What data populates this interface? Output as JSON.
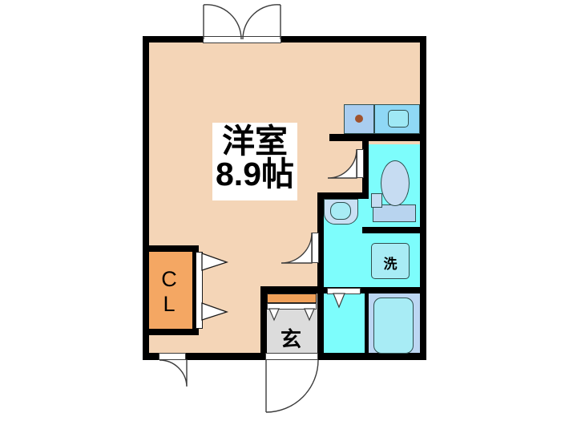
{
  "plan": {
    "type": "floor-plan",
    "kind": "apartment-madori",
    "background_color": "#ffffff",
    "palette": {
      "wall": "#000000",
      "room_floor": "#f4d5b7",
      "wet_area_floor": "#7dfdfc",
      "bath_floor": "#bcd6f2",
      "genkan_floor": "#dcdcdc",
      "closet_fill": "#f4a763",
      "fixture_blue": "#a9cdf0",
      "fixture_cyan": "#a8ecf5",
      "burner": "#a0522d"
    },
    "rooms": [
      {
        "id": "main-room",
        "label_line1": "洋室",
        "label_line2": "8.9帖",
        "name_en": "Western-style room",
        "size_jo": "8.9"
      },
      {
        "id": "closet",
        "label": "C\nL",
        "label_line1": "C",
        "label_line2": "L",
        "name_en": "Closet"
      },
      {
        "id": "genkan",
        "label": "玄",
        "name_en": "Entrance"
      },
      {
        "id": "washroom",
        "name_en": "Washroom / Toilet"
      },
      {
        "id": "bathroom",
        "name_en": "Bathroom"
      }
    ],
    "fixtures": [
      {
        "id": "stove",
        "name_en": "Gas stove / cooktop",
        "burners": 1
      },
      {
        "id": "kitchen-sink",
        "name_en": "Kitchen sink"
      },
      {
        "id": "vanity",
        "name_en": "Vanity with mirror"
      },
      {
        "id": "toilet",
        "name_en": "Toilet"
      },
      {
        "id": "washer",
        "label": "洗",
        "name_en": "Washing machine space"
      },
      {
        "id": "bathtub",
        "name_en": "Bathtub"
      },
      {
        "id": "shoe-box",
        "name_en": "Shoe cabinet"
      }
    ],
    "doors": [
      {
        "id": "balcony-double-door",
        "name_en": "Balcony double door",
        "swing": "outward"
      },
      {
        "id": "entrance-door",
        "name_en": "Front entrance door",
        "swing": "outward"
      },
      {
        "id": "window-lower-left",
        "name_en": "Lower-left window/door",
        "swing": "outward"
      },
      {
        "id": "washroom-door",
        "name_en": "Washroom door",
        "swing": "inward"
      },
      {
        "id": "kitchen-area-door",
        "name_en": "Kitchen/hall door",
        "swing": "inward"
      },
      {
        "id": "bath-door",
        "name_en": "Bathroom folding door"
      },
      {
        "id": "closet-doors",
        "name_en": "Closet doors",
        "count": 2
      }
    ]
  }
}
